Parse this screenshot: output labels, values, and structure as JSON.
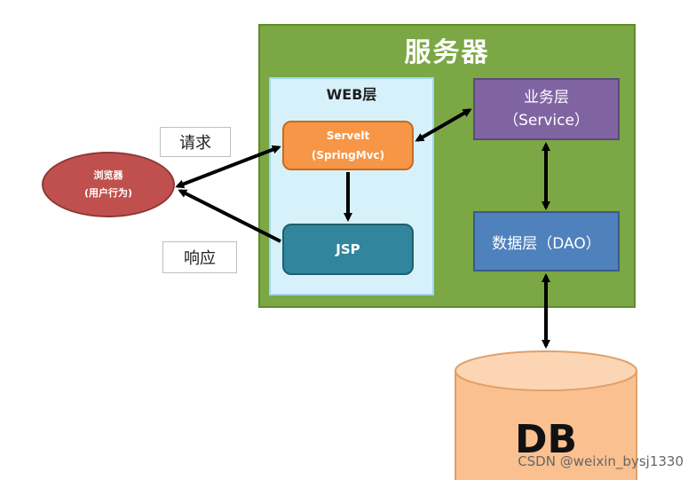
{
  "server": {
    "title": "服务器"
  },
  "web": {
    "title": "WEB层"
  },
  "servelt": {
    "line1": "Servelt",
    "line2": "(SpringMvc)"
  },
  "jsp": {
    "label": "JSP"
  },
  "service": {
    "line1": "业务层",
    "line2": "（Service）"
  },
  "dao": {
    "label": "数据层（DAO）"
  },
  "browser": {
    "line1": "浏览器",
    "line2": "(用户行为)"
  },
  "request": {
    "label": "请求"
  },
  "response": {
    "label": "响应"
  },
  "db": {
    "label": "DB"
  },
  "watermark": {
    "text": "CSDN @weixin_bysj1330"
  },
  "colors": {
    "server": "#7ba744",
    "web": "#d7f1fb",
    "servelt": "#f79646",
    "jsp": "#31859c",
    "service": "#8064a2",
    "dao": "#4f81bd",
    "browser": "#c0504d",
    "db": "#fac090"
  }
}
